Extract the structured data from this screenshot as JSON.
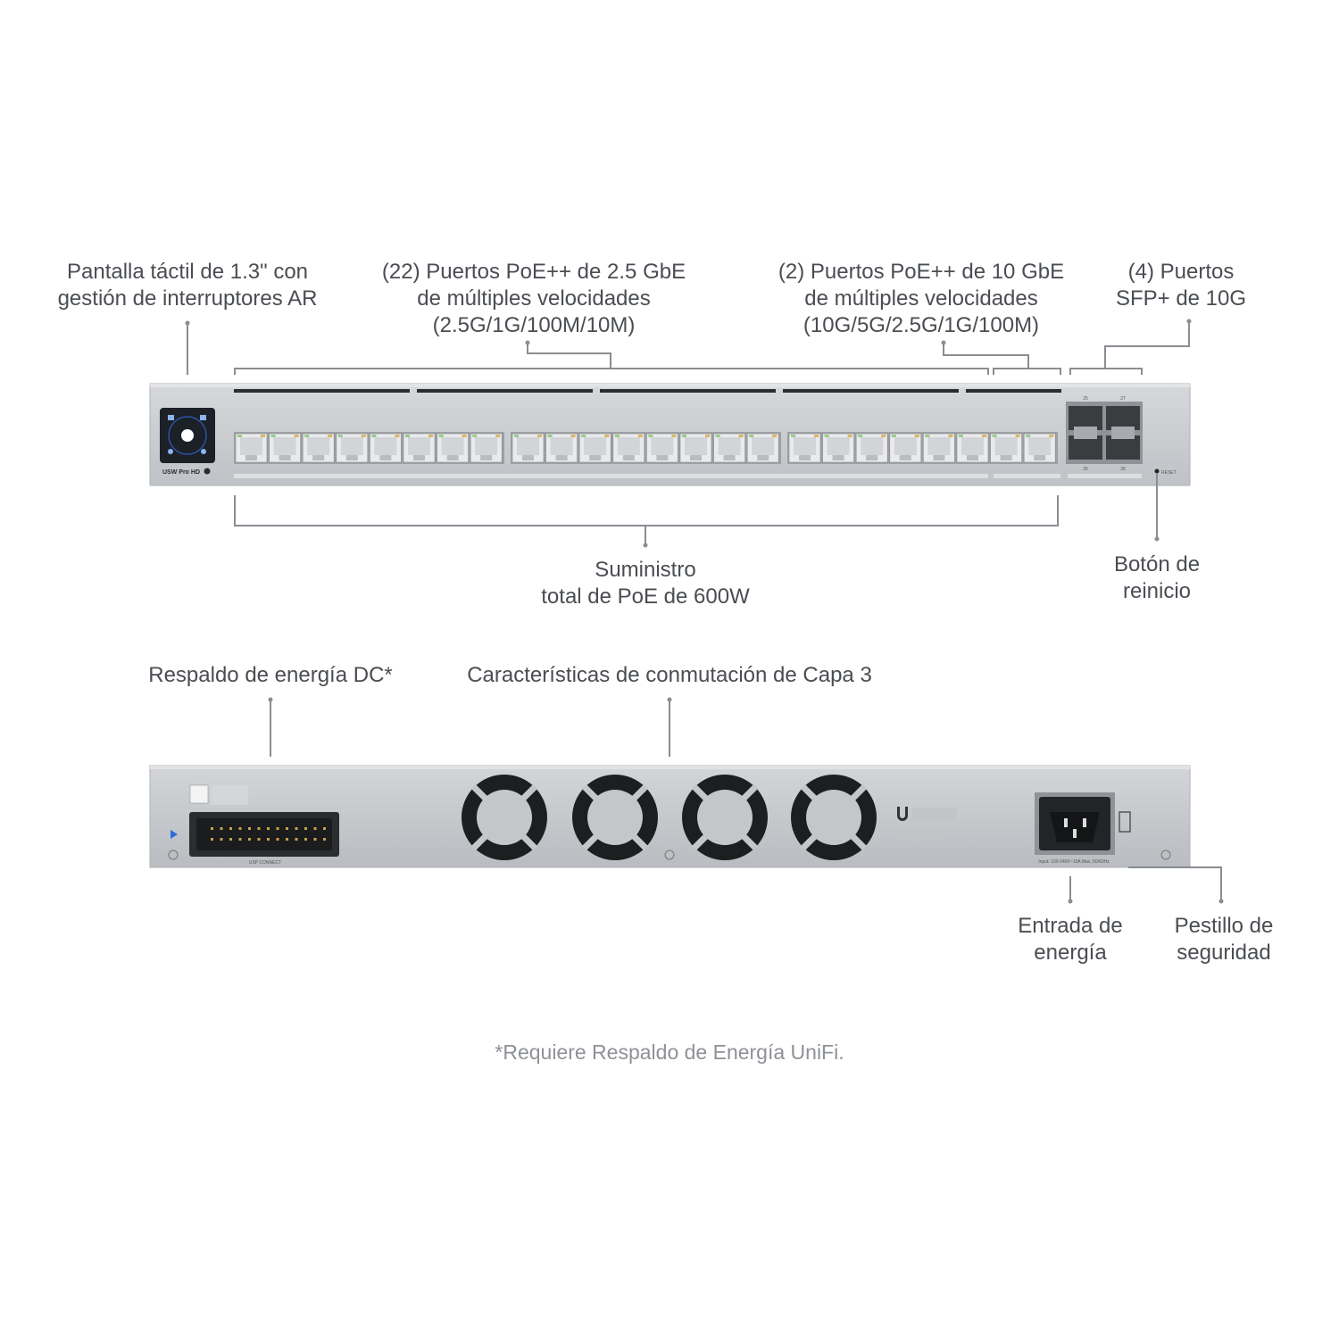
{
  "callouts": {
    "touchscreen": [
      "Pantalla táctil de 1.3\" con",
      "gestión de interruptores AR"
    ],
    "ports_2_5g": [
      "(22) Puertos PoE++ de 2.5 GbE",
      "de múltiples velocidades",
      "(2.5G/1G/100M/10M)"
    ],
    "ports_10g": [
      "(2) Puertos PoE++ de 10 GbE",
      "de múltiples velocidades",
      "(10G/5G/2.5G/1G/100M)"
    ],
    "sfp": [
      "(4) Puertos",
      "SFP+ de 10G"
    ],
    "poe_budget": [
      "Suministro",
      "total de PoE de 600W"
    ],
    "reset": [
      "Botón de",
      "reinicio"
    ],
    "dc_backup": [
      "Respaldo de energía DC*"
    ],
    "layer3": [
      "Características de conmutación de Capa 3"
    ],
    "power_input": [
      "Entrada de",
      "energía"
    ],
    "security_latch": [
      "Pestillo de",
      "seguridad"
    ]
  },
  "footnote": "*Requiere Respaldo de Energía UniFi.",
  "device_front": {
    "model_label": "USW Pro HD",
    "reset_label": "RESET",
    "sfp_top_labels": [
      "25",
      "27"
    ],
    "sfp_bottom_labels": [
      "26",
      "28"
    ],
    "rj45_port_count": 24
  },
  "device_rear": {
    "usp_label": "USP CONNECT",
    "power_rating": "Input: 100-240V~10A Max, 50/60Hz",
    "fan_count": 4
  },
  "colors": {
    "chassis": "#c9cbce",
    "chassis_edge": "#b0b3b7",
    "text": "#4a4d52",
    "footnote": "#8e9196",
    "leader_line": "#8a8d92",
    "fan": "#1d1e20",
    "display_blue": "#2f6bd8"
  }
}
